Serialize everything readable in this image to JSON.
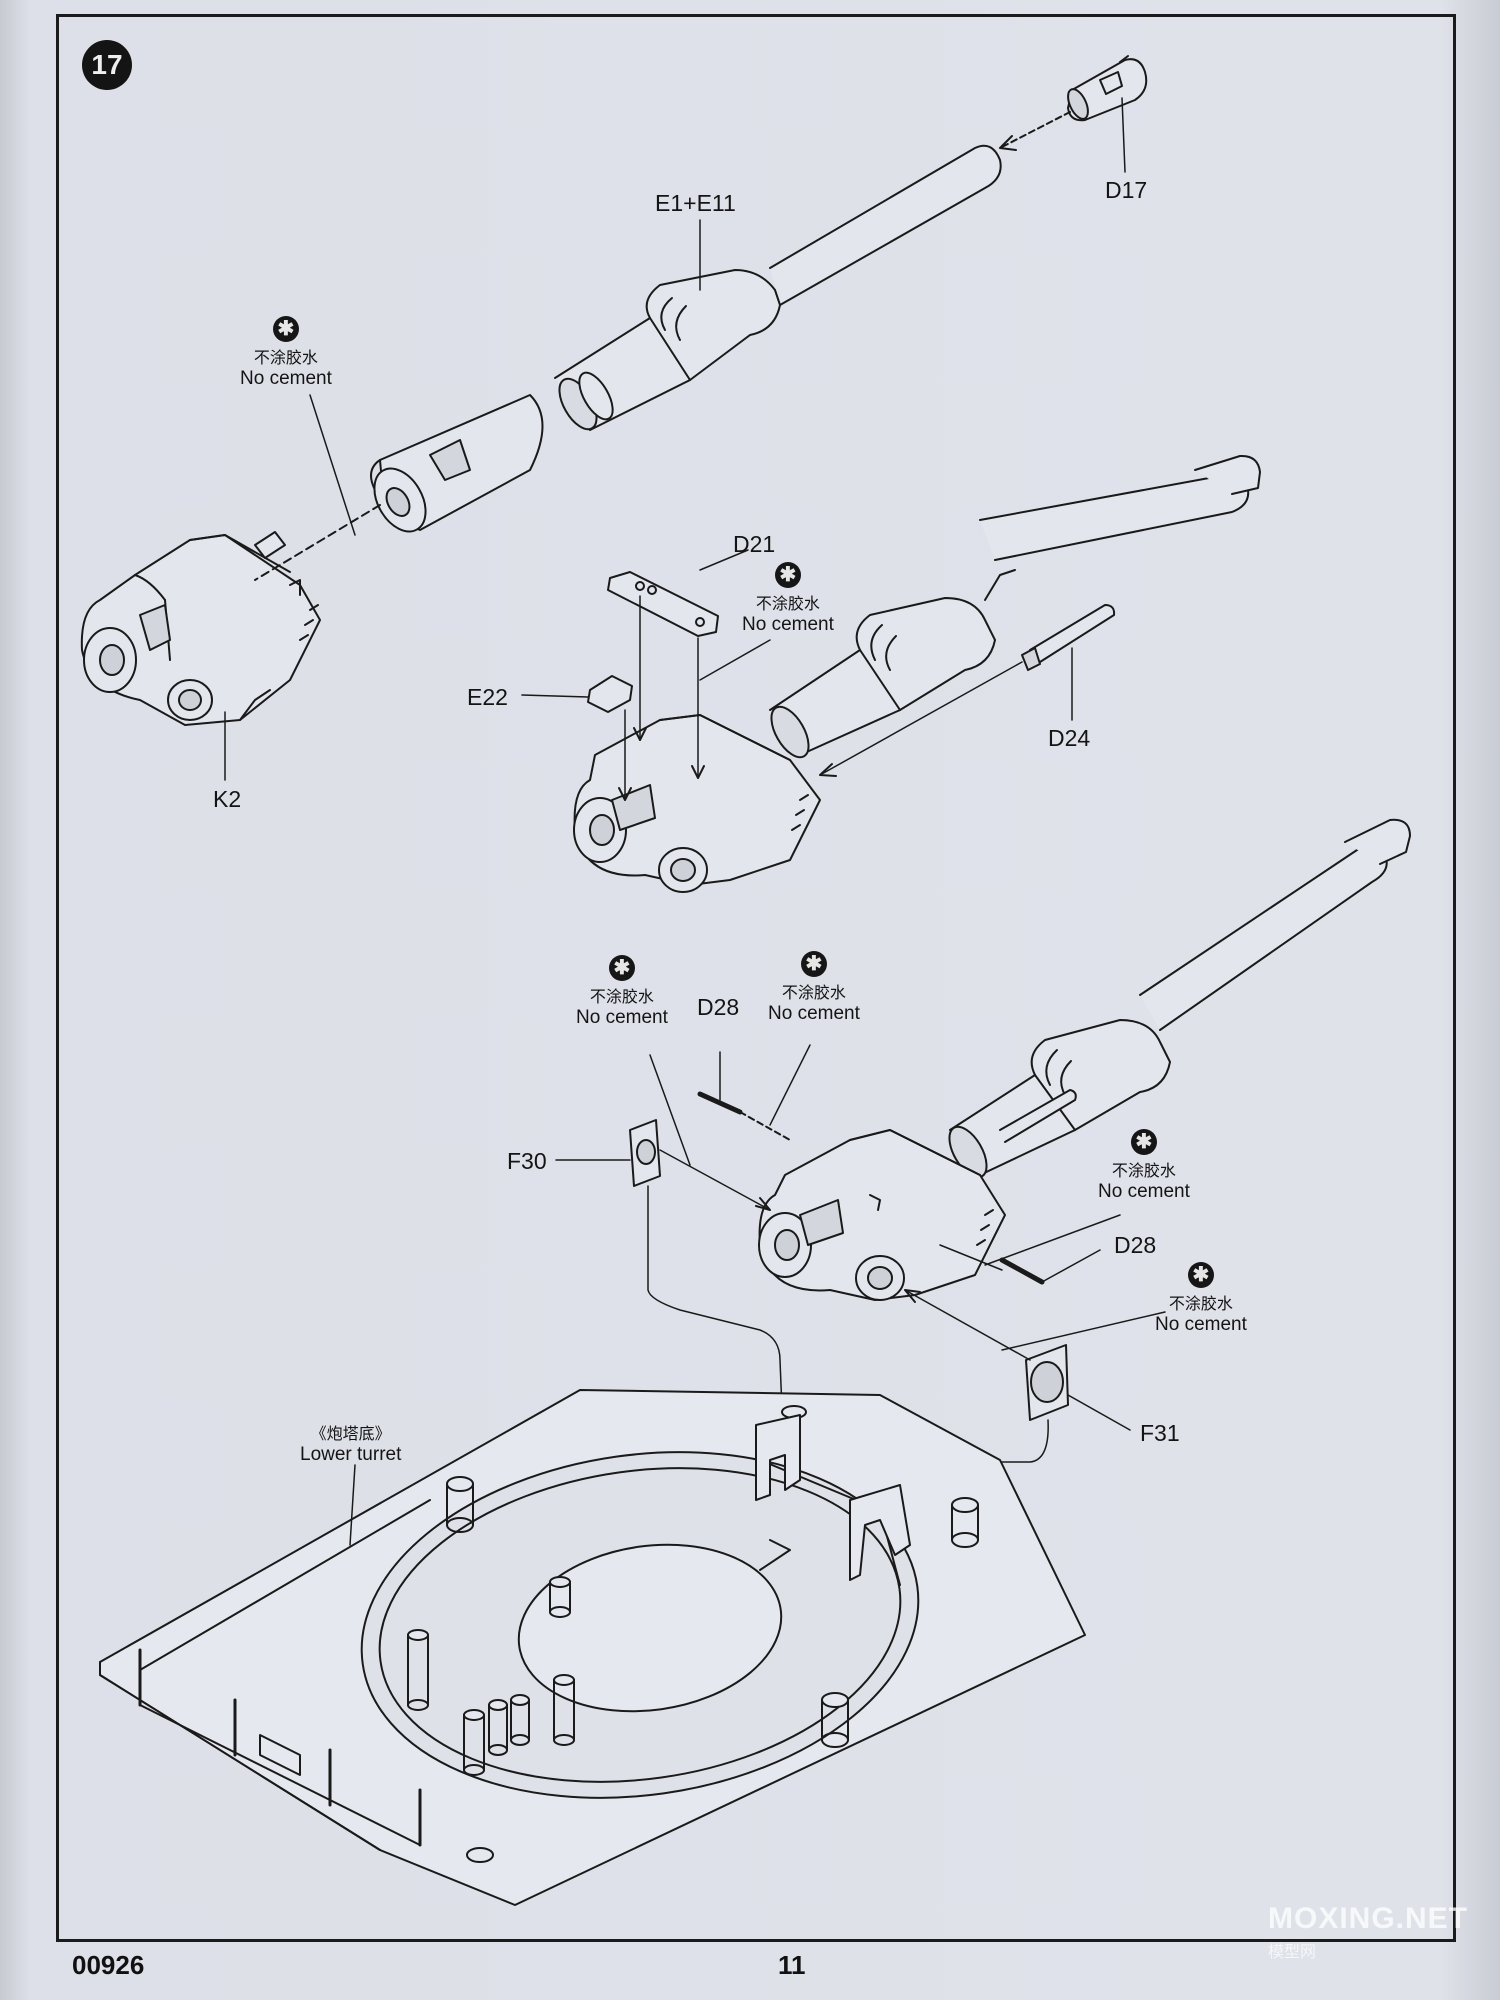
{
  "page": {
    "step_number": "17",
    "part_code": "00926",
    "page_number": "11",
    "watermark": "MOXING.NET",
    "watermark_sub": "模型网"
  },
  "labels": {
    "d17": "D17",
    "e1e11": "E1+E11",
    "k2": "K2",
    "d21": "D21",
    "e22": "E22",
    "d24": "D24",
    "d28_top": "D28",
    "d28_right": "D28",
    "f30": "F30",
    "f31": "F31"
  },
  "notes": {
    "icon": "no-cement-icon",
    "cn": "不涂胶水",
    "en": "No cement"
  },
  "lower_turret": {
    "cn": "《炮塔底》",
    "en": "Lower turret"
  }
}
